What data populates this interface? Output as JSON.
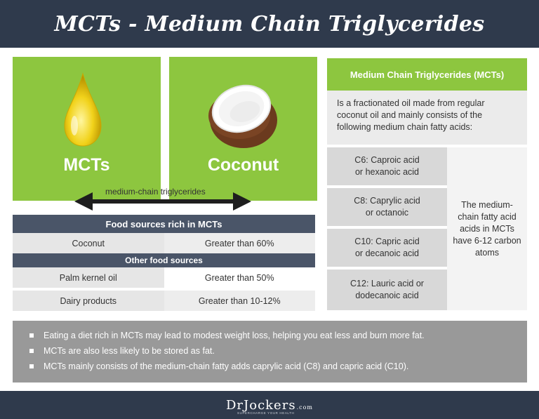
{
  "header": {
    "title": "MCTs - Medium Chain Triglycerides"
  },
  "tiles": [
    {
      "label": "MCTs",
      "icon": "oil-drop-icon"
    },
    {
      "label": "Coconut",
      "icon": "coconut-icon"
    }
  ],
  "arrow": {
    "label": "medium-chain triglycerides"
  },
  "food_table": {
    "header": "Food sources rich in MCTs",
    "rows": [
      {
        "food": "Coconut",
        "amount": "Greater than 60%"
      }
    ],
    "sub_header": "Other food sources",
    "other_rows": [
      {
        "food": "Palm kernel oil",
        "amount": "Greater than 50%"
      },
      {
        "food": "Dairy products",
        "amount": "Greater than 10-12%"
      }
    ]
  },
  "mct_panel": {
    "title": "Medium Chain Triglycerides (MCTs)",
    "description": "Is a fractionated oil made from regular coconut oil and mainly consists of the following medium chain fatty acids:",
    "acids": [
      {
        "line1": "C6: Caproic acid",
        "line2": "or hexanoic acid"
      },
      {
        "line1": "C8: Caprylic acid",
        "line2": "or octanoic"
      },
      {
        "line1": "C10: Capric acid",
        "line2": "or decanoic acid"
      },
      {
        "line1": "C12: Lauric acid or",
        "line2": "dodecanoic acid"
      }
    ],
    "note": "The medium-chain fatty acid acids in MCTs have 6-12 carbon atoms"
  },
  "bullets": [
    "Eating a diet rich in MCTs may lead to modest weight loss, helping you eat less and burn more fat.",
    "MCTs are also less likely to be stored as fat.",
    "MCTs mainly consists of the medium-chain fatty adds caprylic acid (C8) and capric acid (C10)."
  ],
  "footer": {
    "brand": "DrJockers",
    "brand_suffix": ".com",
    "tagline": "SUPERCHARGE YOUR HEALTH"
  },
  "colors": {
    "navy": "#2f3a4c",
    "green": "#8dc63f",
    "slate": "#4a5568",
    "gray": "#999999"
  }
}
